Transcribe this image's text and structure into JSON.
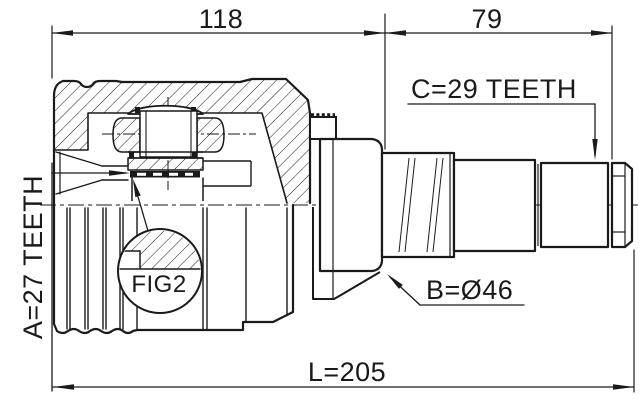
{
  "drawing": {
    "dims": {
      "top_left": "118",
      "top_right": "79",
      "overall": "L=205"
    },
    "labels": {
      "spline_c": "C=29 TEETH",
      "spline_a": "A=27 TEETH",
      "diameter_b": "B=Ø46",
      "detail": "FIG2"
    }
  },
  "colors": {
    "line": "#1a1a1a",
    "background": "#ffffff"
  }
}
